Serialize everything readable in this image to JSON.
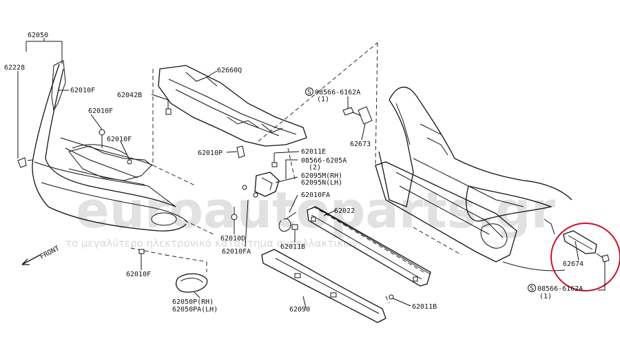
{
  "watermark": {
    "brand": "euroautoparts.gr",
    "slogan": "το μεγαλύτερο ηλεκτρονικό κατάστημα ανταλλακτικών"
  },
  "direction": "FRONT",
  "labels": {
    "p62050": "62050",
    "p62228": "62228",
    "p62010F_a": "62010F",
    "p62010F_b": "62010F",
    "p62010F_c": "62010F",
    "p62010F_d": "62010F",
    "p62042B": "62042B",
    "p62660Q": "62660Q",
    "p62010P": "62010P",
    "p62011E": "62011E",
    "bolt_62057": "08566-6205A",
    "bolt_62057_qty": "(2)",
    "p62095M": "62095M(RH)",
    "p62095N": "62095N(LH)",
    "p62010FA_a": "62010FA",
    "p62010FA_b": "62010FA",
    "p62022": "62022",
    "p62010D": "62010D",
    "p62011B_a": "62011B",
    "p62011B_b": "62011B",
    "p62090": "62090",
    "p62050P": "62050P(RH)",
    "p62050PA": "62050PA(LH)",
    "bolt_a": "08566-6162A",
    "bolt_a_qty": "(1)",
    "p62673": "62673",
    "p62674": "62674",
    "bolt_b": "08566-6162A",
    "bolt_b_qty": "(1)"
  },
  "bolt_mark": "S",
  "highlight_color": "#c8102e"
}
